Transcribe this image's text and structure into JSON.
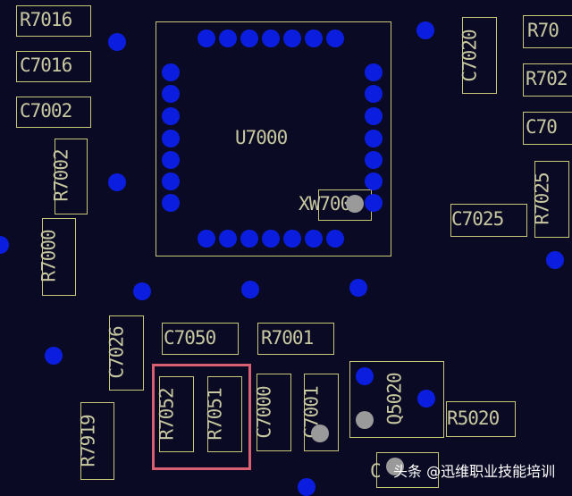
{
  "components": [
    {
      "ref": "U7000"
    },
    {
      "ref": "XW7000"
    },
    {
      "ref": "R7016"
    },
    {
      "ref": "C7016"
    },
    {
      "ref": "C7002"
    },
    {
      "ref": "R7002"
    },
    {
      "ref": "R7000"
    },
    {
      "ref": "C7020"
    },
    {
      "ref": "R70"
    },
    {
      "ref": "R702"
    },
    {
      "ref": "C70"
    },
    {
      "ref": "R7025"
    },
    {
      "ref": "C7025"
    },
    {
      "ref": "C7026"
    },
    {
      "ref": "C7050"
    },
    {
      "ref": "R7001"
    },
    {
      "ref": "R7052"
    },
    {
      "ref": "R7051"
    },
    {
      "ref": "C7000"
    },
    {
      "ref": "C7001"
    },
    {
      "ref": "Q5020"
    },
    {
      "ref": "R5020"
    },
    {
      "ref": "R7919"
    },
    {
      "ref": "C"
    }
  ],
  "watermark": "头条 @迅维职业技能培训"
}
